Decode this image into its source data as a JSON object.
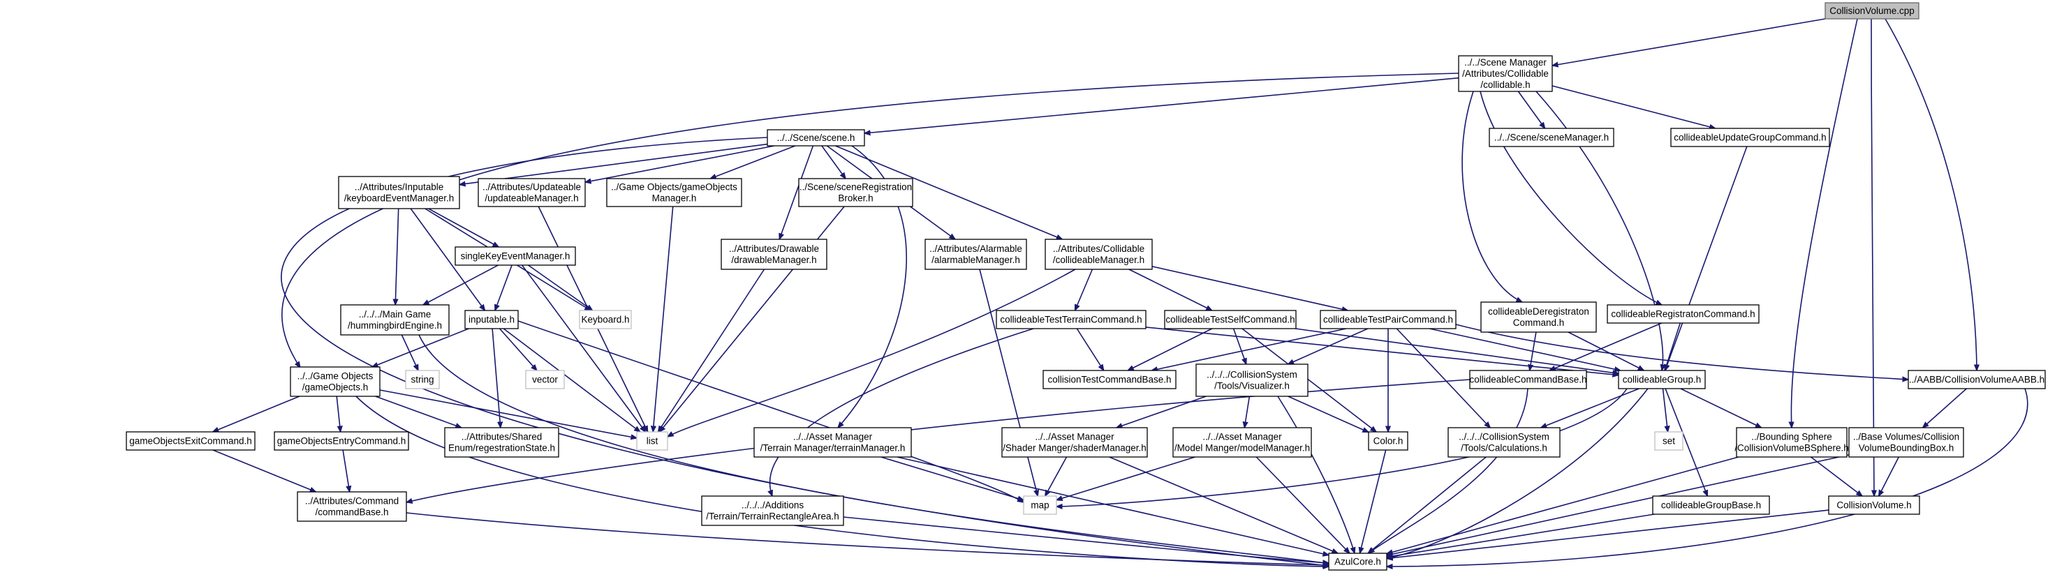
{
  "diagram": {
    "nodes": [
      {
        "id": "root",
        "lines": [
          "CollisionVolume.cpp"
        ],
        "kind": "root"
      },
      {
        "id": "coll",
        "lines": [
          "../../Scene Manager",
          "/Attributes/Collidable",
          "/collidable.h"
        ]
      },
      {
        "id": "scene",
        "lines": [
          "../../Scene/scene.h"
        ]
      },
      {
        "id": "sceneMgr",
        "lines": [
          "../../Scene/sceneManager.h"
        ]
      },
      {
        "id": "cugc",
        "lines": [
          "collideableUpdateGroupCommand.h"
        ]
      },
      {
        "id": "kem",
        "lines": [
          "../Attributes/Inputable",
          "/keyboardEventManager.h"
        ]
      },
      {
        "id": "um",
        "lines": [
          "../Attributes/Updateable",
          "/updateableManager.h"
        ]
      },
      {
        "id": "gom",
        "lines": [
          "../Game Objects/gameObjects",
          "Manager.h"
        ]
      },
      {
        "id": "srb",
        "lines": [
          "../Scene/sceneRegistration",
          "Broker.h"
        ]
      },
      {
        "id": "dm",
        "lines": [
          "../Attributes/Drawable",
          "/drawableManager.h"
        ]
      },
      {
        "id": "am",
        "lines": [
          "../Attributes/Alarmable",
          "/alarmableManager.h"
        ]
      },
      {
        "id": "cm",
        "lines": [
          "../Attributes/Collidable",
          "/collideableManager.h"
        ]
      },
      {
        "id": "cdc",
        "lines": [
          "collideableDeregistraton",
          "Command.h"
        ]
      },
      {
        "id": "crc",
        "lines": [
          "collideableRegistratonCommand.h"
        ]
      },
      {
        "id": "skm",
        "lines": [
          "singleKeyEventManager.h"
        ]
      },
      {
        "id": "hbe",
        "lines": [
          "../../../Main Game",
          "/hummingbirdEngine.h"
        ]
      },
      {
        "id": "inp",
        "lines": [
          "inputable.h"
        ]
      },
      {
        "id": "kb",
        "lines": [
          "Keyboard.h"
        ],
        "kind": "ext"
      },
      {
        "id": "ctterr",
        "lines": [
          "collideableTestTerrainCommand.h"
        ]
      },
      {
        "id": "ctself",
        "lines": [
          "collideableTestSelfCommand.h"
        ]
      },
      {
        "id": "ctpair",
        "lines": [
          "collideableTestPairCommand.h"
        ]
      },
      {
        "id": "str",
        "lines": [
          "string"
        ],
        "kind": "ext"
      },
      {
        "id": "go",
        "lines": [
          "../../Game Objects",
          "/gameObjects.h"
        ]
      },
      {
        "id": "vec",
        "lines": [
          "vector"
        ],
        "kind": "ext"
      },
      {
        "id": "ctcb",
        "lines": [
          "collisionTestCommandBase.h"
        ]
      },
      {
        "id": "vis",
        "lines": [
          "../../../CollisionSystem",
          "/Tools/Visualizer.h"
        ]
      },
      {
        "id": "ccb",
        "lines": [
          "collideableCommandBase.h"
        ]
      },
      {
        "id": "cg",
        "lines": [
          "collideableGroup.h"
        ]
      },
      {
        "id": "aabb",
        "lines": [
          "../AABB/CollisionVolumeAABB.h"
        ]
      },
      {
        "id": "goec",
        "lines": [
          "gameObjectsExitCommand.h"
        ]
      },
      {
        "id": "goen",
        "lines": [
          "gameObjectsEntryCommand.h"
        ]
      },
      {
        "id": "rs",
        "lines": [
          "../Attributes/Shared",
          "Enum/regestrationState.h"
        ]
      },
      {
        "id": "list",
        "lines": [
          "list"
        ],
        "kind": "ext"
      },
      {
        "id": "trm",
        "lines": [
          "../../Asset Manager",
          "/Terrain Manager/terrainManager.h"
        ]
      },
      {
        "id": "shm",
        "lines": [
          "../../Asset Manager",
          "/Shader Manger/shaderManager.h"
        ]
      },
      {
        "id": "mdm",
        "lines": [
          "../../Asset Manager",
          "/Model Manger/modelManager.h"
        ]
      },
      {
        "id": "color",
        "lines": [
          "Color.h"
        ]
      },
      {
        "id": "calc",
        "lines": [
          "../../../CollisionSystem",
          "/Tools/Calculations.h"
        ]
      },
      {
        "id": "set",
        "lines": [
          "set"
        ],
        "kind": "ext"
      },
      {
        "id": "bs",
        "lines": [
          "../Bounding Sphere",
          "/CollisionVolumeBSphere.h"
        ]
      },
      {
        "id": "bvbb",
        "lines": [
          "../Base Volumes/Collision",
          "VolumeBoundingBox.h"
        ]
      },
      {
        "id": "cb",
        "lines": [
          "../Attributes/Command",
          "/commandBase.h"
        ]
      },
      {
        "id": "map",
        "lines": [
          "map"
        ],
        "kind": "ext"
      },
      {
        "id": "tra",
        "lines": [
          "../../../Additions",
          "/Terrain/TerrainRectangleArea.h"
        ]
      },
      {
        "id": "cgb",
        "lines": [
          "collideableGroupBase.h"
        ]
      },
      {
        "id": "cv",
        "lines": [
          "CollisionVolume.h"
        ]
      },
      {
        "id": "azul",
        "lines": [
          "AzulCore.h"
        ]
      }
    ],
    "edges": [
      [
        "root",
        "coll"
      ],
      [
        "root",
        "bs"
      ],
      [
        "root",
        "cv"
      ],
      [
        "root",
        "aabb"
      ],
      [
        "coll",
        "scene"
      ],
      [
        "coll",
        "sceneMgr"
      ],
      [
        "coll",
        "cugc"
      ],
      [
        "coll",
        "go"
      ],
      [
        "coll",
        "cdc"
      ],
      [
        "coll",
        "crc"
      ],
      [
        "coll",
        "cg"
      ],
      [
        "scene",
        "kem"
      ],
      [
        "scene",
        "um"
      ],
      [
        "scene",
        "gom"
      ],
      [
        "scene",
        "srb"
      ],
      [
        "scene",
        "dm"
      ],
      [
        "scene",
        "am"
      ],
      [
        "scene",
        "cm"
      ],
      [
        "scene",
        "trm"
      ],
      [
        "scene",
        "azul"
      ],
      [
        "kem",
        "skm"
      ],
      [
        "kem",
        "kb"
      ],
      [
        "kem",
        "hbe"
      ],
      [
        "kem",
        "inp"
      ],
      [
        "um",
        "list"
      ],
      [
        "gom",
        "list"
      ],
      [
        "srb",
        "list"
      ],
      [
        "dm",
        "list"
      ],
      [
        "am",
        "map"
      ],
      [
        "cm",
        "ctterr"
      ],
      [
        "cm",
        "ctself"
      ],
      [
        "cm",
        "ctpair"
      ],
      [
        "cm",
        "list"
      ],
      [
        "cugc",
        "cg"
      ],
      [
        "cdc",
        "ccb"
      ],
      [
        "cdc",
        "cg"
      ],
      [
        "crc",
        "ccb"
      ],
      [
        "crc",
        "cg"
      ],
      [
        "skm",
        "hbe"
      ],
      [
        "skm",
        "inp"
      ],
      [
        "skm",
        "kb"
      ],
      [
        "skm",
        "list"
      ],
      [
        "hbe",
        "str"
      ],
      [
        "hbe",
        "azul"
      ],
      [
        "inp",
        "go"
      ],
      [
        "inp",
        "vec"
      ],
      [
        "inp",
        "list"
      ],
      [
        "inp",
        "rs"
      ],
      [
        "inp",
        "map"
      ],
      [
        "ctterr",
        "ctcb"
      ],
      [
        "ctterr",
        "cg"
      ],
      [
        "ctterr",
        "tra"
      ],
      [
        "ctself",
        "ctcb"
      ],
      [
        "ctself",
        "vis"
      ],
      [
        "ctself",
        "cg"
      ],
      [
        "ctself",
        "color"
      ],
      [
        "ctpair",
        "ctcb"
      ],
      [
        "ctpair",
        "vis"
      ],
      [
        "ctpair",
        "cg"
      ],
      [
        "ctpair",
        "color"
      ],
      [
        "ctpair",
        "calc"
      ],
      [
        "ctpair",
        "aabb"
      ],
      [
        "go",
        "goec"
      ],
      [
        "go",
        "goen"
      ],
      [
        "go",
        "rs"
      ],
      [
        "go",
        "list"
      ],
      [
        "go",
        "azul"
      ],
      [
        "goec",
        "cb"
      ],
      [
        "goen",
        "cb"
      ],
      [
        "cb",
        "azul"
      ],
      [
        "vis",
        "shm"
      ],
      [
        "vis",
        "mdm"
      ],
      [
        "vis",
        "color"
      ],
      [
        "vis",
        "azul"
      ],
      [
        "ccb",
        "cb"
      ],
      [
        "ccb",
        "azul"
      ],
      [
        "cg",
        "set"
      ],
      [
        "cg",
        "calc"
      ],
      [
        "cg",
        "bs"
      ],
      [
        "cg",
        "cgb"
      ],
      [
        "cg",
        "map"
      ],
      [
        "cg",
        "azul"
      ],
      [
        "aabb",
        "bvbb"
      ],
      [
        "aabb",
        "azul"
      ],
      [
        "trm",
        "map"
      ],
      [
        "trm",
        "azul"
      ],
      [
        "shm",
        "map"
      ],
      [
        "shm",
        "azul"
      ],
      [
        "mdm",
        "map"
      ],
      [
        "mdm",
        "azul"
      ],
      [
        "color",
        "azul"
      ],
      [
        "calc",
        "azul"
      ],
      [
        "bs",
        "cv"
      ],
      [
        "bs",
        "azul"
      ],
      [
        "bvbb",
        "cv"
      ],
      [
        "bvbb",
        "azul"
      ],
      [
        "cv",
        "azul"
      ],
      [
        "cgb",
        "azul"
      ],
      [
        "tra",
        "azul"
      ]
    ]
  }
}
